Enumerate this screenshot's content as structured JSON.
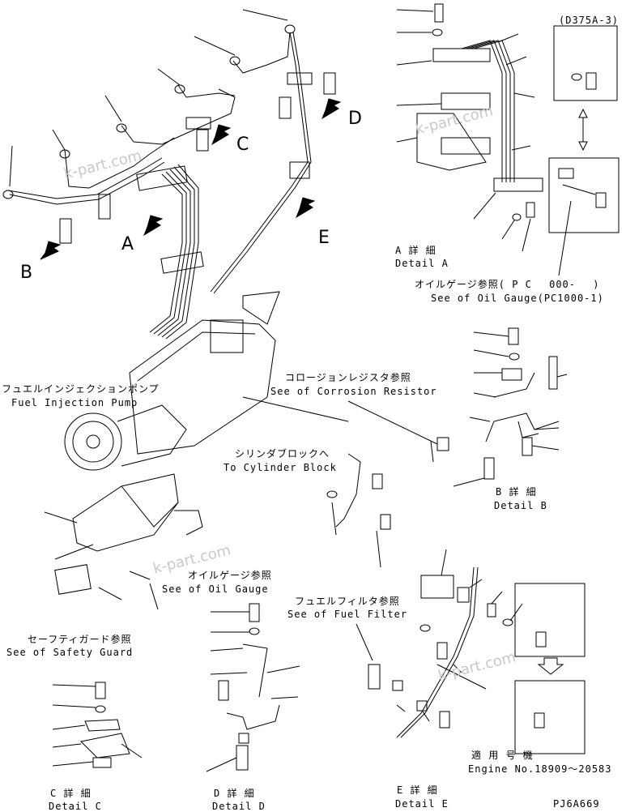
{
  "model_box": "(D375A-3)",
  "callouts": {
    "a": "A",
    "b": "B",
    "c": "C",
    "d": "D",
    "e": "E"
  },
  "detail_a": {
    "jp": "A 詳 細",
    "en": "Detail A"
  },
  "detail_b": {
    "jp": "B 詳 細",
    "en": "Detail B"
  },
  "detail_c": {
    "jp": "C 詳 細",
    "en": "Detail C"
  },
  "detail_d": {
    "jp": "D 詳 細",
    "en": "Detail D"
  },
  "detail_e": {
    "jp": "E 詳 細",
    "en": "Detail E"
  },
  "oil_gauge_top": {
    "jp": "オイルゲージ参照( P C　 000- 　)",
    "en": "See of Oil Gauge(PC1000-1)"
  },
  "corrosion": {
    "jp": "コロージョンレジスタ参照",
    "en": "See of Corrosion Resistor"
  },
  "fuel_pump": {
    "jp": "フュエルインジェクションポンプ",
    "en": "Fuel Injection Pump"
  },
  "cylinder": {
    "jp": "シリンダブロックへ",
    "en": "To Cylinder Block"
  },
  "oil_gauge_mid": {
    "jp": "オイルゲージ参照",
    "en": "See of Oil Gauge"
  },
  "safety_guard": {
    "jp": "セーフティガード参照",
    "en": "See of Safety Guard"
  },
  "fuel_filter": {
    "jp": "フュエルフィルタ参照",
    "en": "See of Fuel Filter"
  },
  "applicable": {
    "jp": "適 用 号 機",
    "en": "Engine No.18909～20583"
  },
  "drawing_no": "PJ6A669",
  "watermark": "k-part.com"
}
